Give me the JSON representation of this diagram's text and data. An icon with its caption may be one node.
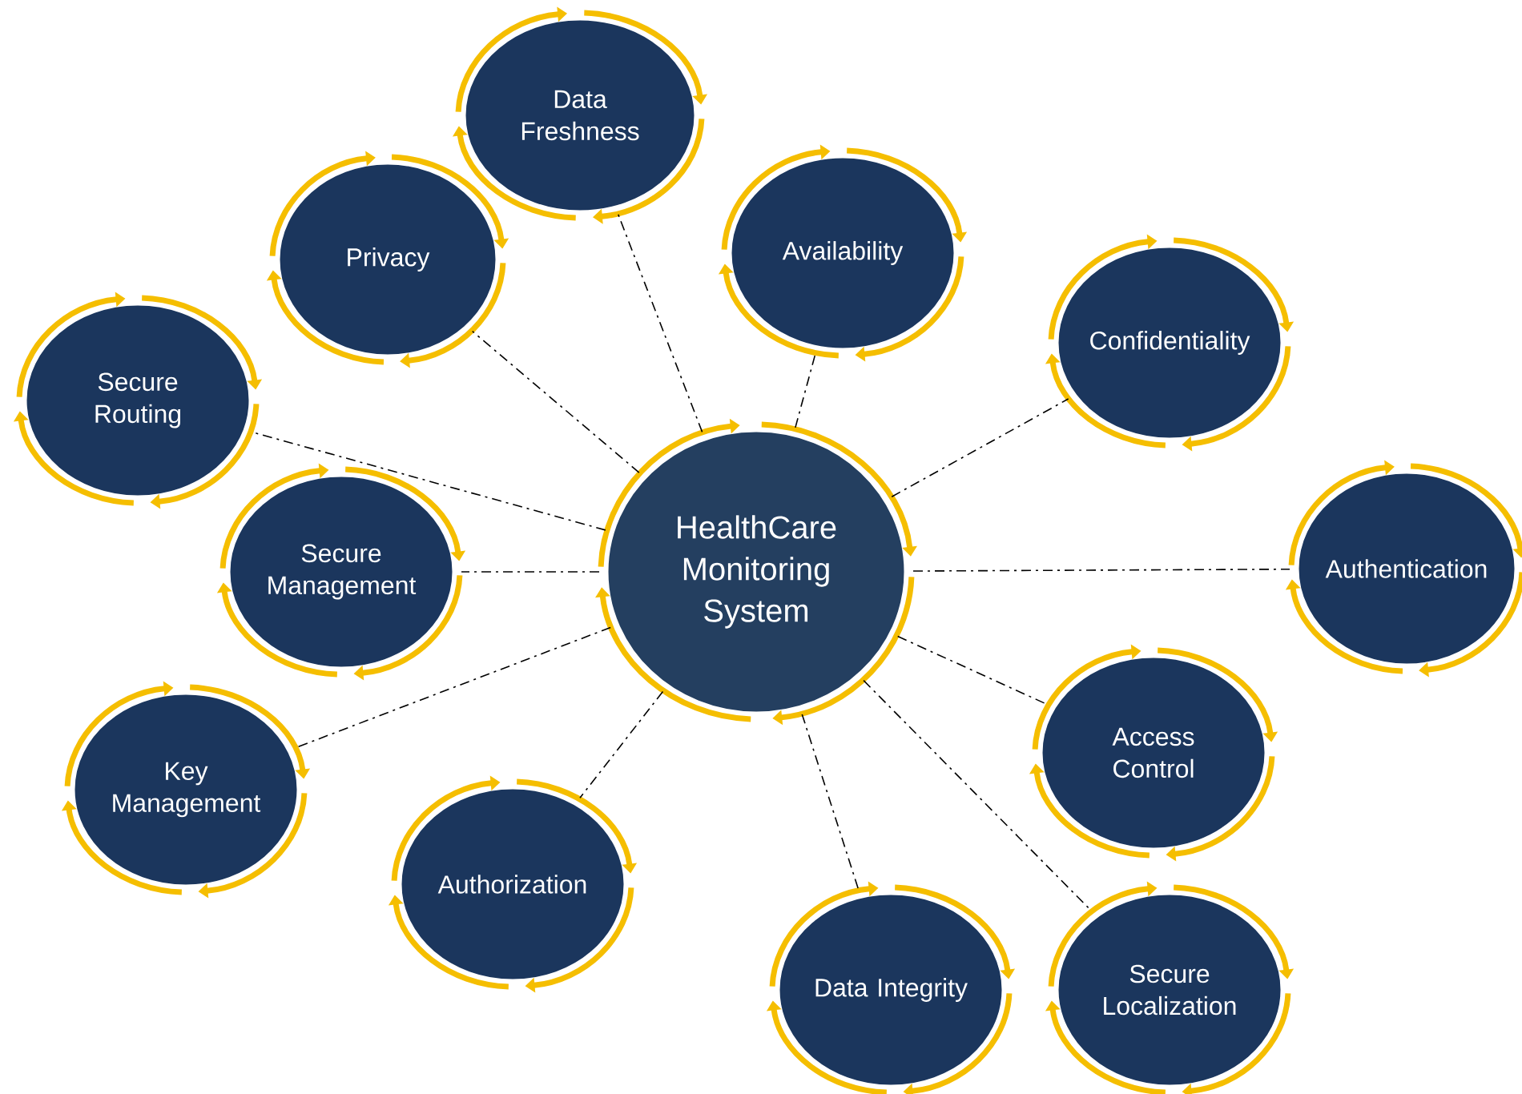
{
  "diagram": {
    "nodes": [
      {
        "text": [
          "HealthCare Monitoring System"
        ]
      },
      {
        "text": [
          "Data Freshness"
        ]
      },
      {
        "text": [
          "Privacy"
        ]
      },
      {
        "text": [
          "Availability"
        ]
      },
      {
        "text": [
          "Secure Routing"
        ]
      },
      {
        "text": [
          "Confidentiality"
        ]
      },
      {
        "text": [
          "Secure Management"
        ]
      },
      {
        "text": [
          "Authentication"
        ]
      },
      {
        "text": [
          "Key Management"
        ]
      },
      {
        "text": [
          "Access Control"
        ]
      },
      {
        "text": [
          "Authorization"
        ]
      },
      {
        "text": [
          "Data Integrity"
        ]
      },
      {
        "text": [
          "Secure Localization"
        ]
      }
    ],
    "edges": [
      {
        "from": 0,
        "to": 1,
        "arrow": "none",
        "style": "dashed"
      },
      {
        "from": 0,
        "to": 2,
        "arrow": "none",
        "style": "dashed"
      },
      {
        "from": 0,
        "to": 3,
        "arrow": "none",
        "style": "dashed"
      },
      {
        "from": 0,
        "to": 4,
        "arrow": "none",
        "style": "dashed"
      },
      {
        "from": 0,
        "to": 5,
        "arrow": "none",
        "style": "dashed"
      },
      {
        "from": 0,
        "to": 6,
        "arrow": "none",
        "style": "dashed"
      },
      {
        "from": 0,
        "to": 7,
        "arrow": "none",
        "style": "dashed"
      },
      {
        "from": 0,
        "to": 8,
        "arrow": "none",
        "style": "dashed"
      },
      {
        "from": 0,
        "to": 9,
        "arrow": "none",
        "style": "dashed"
      },
      {
        "from": 0,
        "to": 10,
        "arrow": "none",
        "style": "dashed"
      },
      {
        "from": 0,
        "to": 11,
        "arrow": "none",
        "style": "dashed"
      },
      {
        "from": 0,
        "to": 12,
        "arrow": "none",
        "style": "dashed"
      }
    ]
  }
}
